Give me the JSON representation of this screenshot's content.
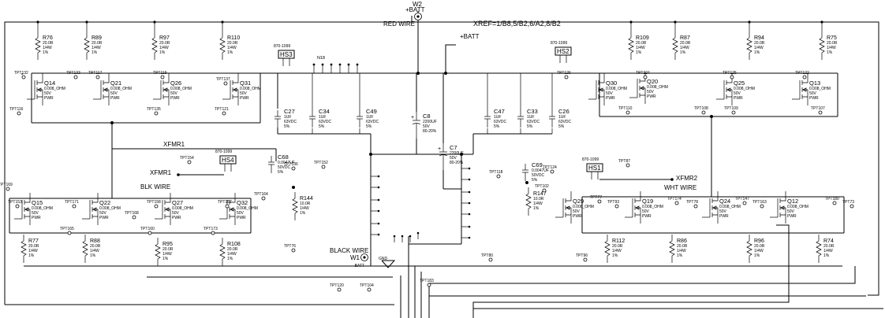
{
  "labels": {
    "w2": "W2",
    "batt_pos_top": "+BATT",
    "red_wire": "RED WIRE",
    "batt_pos": "+BATT",
    "xref": "XREF=1/B8,5/B2,6/A2,8/B2",
    "xfmr1": "XFMR1",
    "xfmr1_wire": "XFMR1",
    "blk_wire": "BLK WIRE",
    "xfmr2": "XFMR2",
    "wht_wire": "WHT WIRE",
    "black_wire": "BLACK WIRE",
    "w1": "W1",
    "batt_neg": "-BATT",
    "gnd": "GND",
    "n18": "N18",
    "u1": "U1"
  },
  "switches": [
    {
      "ref": "HS3",
      "part": "870-1099"
    },
    {
      "ref": "HS2",
      "part": "870-1099"
    },
    {
      "ref": "HS4",
      "part": "870-1099"
    },
    {
      "ref": "HS1",
      "part": "870-1099"
    }
  ],
  "resistors": [
    {
      "ref": "R76",
      "val": "20.0R",
      "pw": "1/4W",
      "tol": "1%"
    },
    {
      "ref": "R89",
      "val": "20.0R",
      "pw": "1/4W",
      "tol": "1%"
    },
    {
      "ref": "R97",
      "val": "20.0R",
      "pw": "1/4W",
      "tol": "1%"
    },
    {
      "ref": "R110",
      "val": "20.0R",
      "pw": "1/4W",
      "tol": "1%"
    },
    {
      "ref": "R109",
      "val": "20.0R",
      "pw": "1/4W",
      "tol": "1%"
    },
    {
      "ref": "R87",
      "val": "20.0R",
      "pw": "1/4W",
      "tol": "1%"
    },
    {
      "ref": "R94",
      "val": "20.0R",
      "pw": "1/4W",
      "tol": "1%"
    },
    {
      "ref": "R75",
      "val": "20.0R",
      "pw": "1/4W",
      "tol": "1%"
    },
    {
      "ref": "R144",
      "val": "10.0R",
      "pw": "1/4W",
      "tol": "1%"
    },
    {
      "ref": "R147",
      "val": "10.0R",
      "pw": "1/4W",
      "tol": "1%"
    },
    {
      "ref": "R77",
      "val": "20.0R",
      "pw": "1/4W",
      "tol": "1%"
    },
    {
      "ref": "R88",
      "val": "20.0R",
      "pw": "1/4W",
      "tol": "1%"
    },
    {
      "ref": "R95",
      "val": "20.0R",
      "pw": "1/4W",
      "tol": "1%"
    },
    {
      "ref": "R108",
      "val": "20.0R",
      "pw": "1/4W",
      "tol": "1%"
    },
    {
      "ref": "R112",
      "val": "20.0R",
      "pw": "1/4W",
      "tol": "1%"
    },
    {
      "ref": "R86",
      "val": "20.0R",
      "pw": "1/4W",
      "tol": "1%"
    },
    {
      "ref": "R96",
      "val": "20.0R",
      "pw": "1/4W",
      "tol": "1%"
    },
    {
      "ref": "R74",
      "val": "20.0R",
      "pw": "1/4W",
      "tol": "1%"
    }
  ],
  "fets": [
    {
      "ref": "Q14",
      "r": "0.008_OHM",
      "v": "50V",
      "p": "PWR"
    },
    {
      "ref": "Q21",
      "r": "0.008_OHM",
      "v": "50V",
      "p": "PWR"
    },
    {
      "ref": "Q26",
      "r": "0.008_OHM",
      "v": "50V",
      "p": "PWR"
    },
    {
      "ref": "Q31",
      "r": "0.008_OHM",
      "v": "50V",
      "p": "PWR"
    },
    {
      "ref": "Q30",
      "r": "0.008_OHM",
      "v": "50V",
      "p": "PWR"
    },
    {
      "ref": "Q20",
      "r": "0.008_OHM",
      "v": "50V",
      "p": "PWR"
    },
    {
      "ref": "Q25",
      "r": "0.008_OHM",
      "v": "50V",
      "p": "PWR"
    },
    {
      "ref": "Q13",
      "r": "0.008_OHM",
      "v": "50V",
      "p": "PWR"
    },
    {
      "ref": "Q15",
      "r": "0.008_OHM",
      "v": "50V",
      "p": "PWR"
    },
    {
      "ref": "Q22",
      "r": "0.008_OHM",
      "v": "50V",
      "p": "PWR"
    },
    {
      "ref": "Q27",
      "r": "0.008_OHM",
      "v": "50V",
      "p": "PWR"
    },
    {
      "ref": "Q32",
      "r": "0.008_OHM",
      "v": "50V",
      "p": "PWR"
    },
    {
      "ref": "Q29",
      "r": "0.008_OHM",
      "v": "50V",
      "p": "PWR"
    },
    {
      "ref": "Q19",
      "r": "0.008_OHM",
      "v": "50V",
      "p": "PWR"
    },
    {
      "ref": "Q24",
      "r": "0.008_OHM",
      "v": "50V",
      "p": "PWR"
    },
    {
      "ref": "Q12",
      "r": "0.008_OHM",
      "v": "50V",
      "p": "PWR"
    }
  ],
  "caps": [
    {
      "ref": "C27",
      "l1": "1UF",
      "l2": "63VDC",
      "l3": "5%"
    },
    {
      "ref": "C34",
      "l1": "1UF",
      "l2": "63VDC",
      "l3": "5%"
    },
    {
      "ref": "C49",
      "l1": "1UF",
      "l2": "63VDC",
      "l3": "5%"
    },
    {
      "ref": "C8",
      "l1": "2200UF",
      "l2": "50V",
      "l3": "80-20%"
    },
    {
      "ref": "C47",
      "l1": "1UF",
      "l2": "63VDC",
      "l3": "5%"
    },
    {
      "ref": "C33",
      "l1": "1UF",
      "l2": "63VDC",
      "l3": "5%"
    },
    {
      "ref": "C26",
      "l1": "1UF",
      "l2": "63VDC",
      "l3": "5%"
    },
    {
      "ref": "C7",
      "l1": "2200UF",
      "l2": "50V",
      "l3": "80-20%"
    },
    {
      "ref": "C68",
      "l1": "0.0047UF",
      "l2": "50VDC",
      "l3": "5%"
    },
    {
      "ref": "C69",
      "l1": "0.0047UF",
      "l2": "50VDC",
      "l3": "5%"
    }
  ],
  "testpoints": [
    "TPT132",
    "TPT133",
    "TPT117",
    "TPT119",
    "TPT137",
    "TPT116",
    "TPT135",
    "TPT121",
    "TPT126",
    "TPT124",
    "TPT125",
    "TPT122",
    "TPT110",
    "TPT108",
    "TPT109",
    "TPT107",
    "TPT154",
    "TPT136",
    "TPT152",
    "TPT164",
    "TPT169",
    "TPT153",
    "TPT171",
    "TPT168",
    "TPT158",
    "TPT157",
    "TPT165",
    "TPT160",
    "TPT173",
    "TPT76",
    "TPT118",
    "TPT124",
    "TPT102",
    "TPT87",
    "TPT77",
    "TPT93",
    "TPT174",
    "TPT78",
    "TPT147",
    "TPT163",
    "TPT180",
    "TPT73",
    "TPT80",
    "TPT96",
    "TPT120",
    "TPT104",
    "TPT183"
  ]
}
